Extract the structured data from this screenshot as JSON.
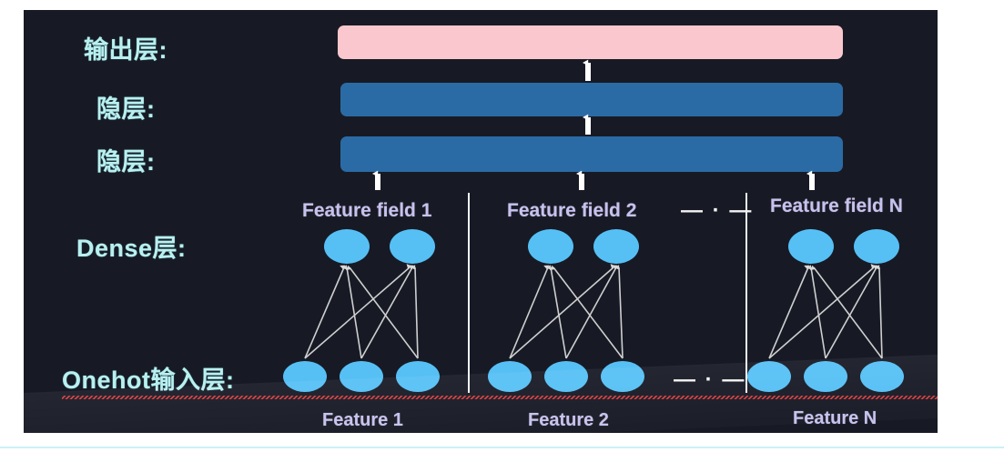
{
  "figure": {
    "background": "#171a25",
    "page_background": "#ffffff",
    "accent_rule_color": "#c9f2f7"
  },
  "row_labels": [
    {
      "text": "输出层:",
      "name": "output-layer-label"
    },
    {
      "text": "隐层:",
      "name": "hidden-layer-2-label"
    },
    {
      "text": "隐层:",
      "name": "hidden-layer-1-label"
    },
    {
      "text": "Dense层:",
      "name": "dense-layer-label"
    },
    {
      "text": "Onehot输入层:",
      "name": "onehot-input-layer-label"
    }
  ],
  "bars": [
    {
      "name": "output-layer-bar",
      "color": "#f9c7cd",
      "label": "输出层"
    },
    {
      "name": "hidden-layer-2-bar",
      "color": "#2b6ba5",
      "label": "隐层"
    },
    {
      "name": "hidden-layer-1-bar",
      "color": "#2b6ba5",
      "label": "隐层"
    }
  ],
  "field_titles": [
    {
      "text": "Feature field 1",
      "name": "feature-field-1-title"
    },
    {
      "text": "Feature field 2",
      "name": "feature-field-2-title"
    },
    {
      "text": "Feature field N",
      "name": "feature-field-n-title"
    }
  ],
  "feature_titles": [
    {
      "text": "Feature 1",
      "name": "feature-1-title"
    },
    {
      "text": "Feature 2",
      "name": "feature-2-title"
    },
    {
      "text": "Feature N",
      "name": "feature-n-title"
    }
  ],
  "separators": {
    "ellipsis_top": "— · —",
    "ellipsis_bottom": "— · —"
  },
  "colors": {
    "label_cyan": "#b9f0ef",
    "title_lavender": "#c4c3ef",
    "node_blue": "#56c0f5",
    "hidden_bar_blue": "#2b6ba5",
    "output_bar_pink": "#f9c7cd",
    "arrow_white": "#ffffff",
    "connection_gray": "#cfcfcf",
    "divider_white": "#f2f2f2"
  },
  "structure": {
    "dense_nodes_per_field": 2,
    "input_nodes_per_field": 3,
    "fields_shown": 3
  }
}
